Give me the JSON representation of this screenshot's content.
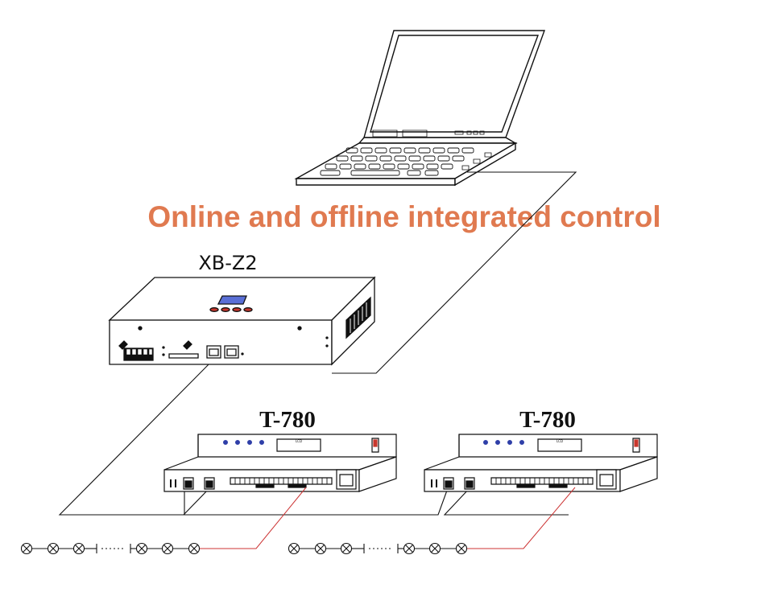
{
  "headline": "Online and offline integrated control",
  "devices": {
    "master_label": "XB-Z2",
    "slave_1_label": "T-780",
    "slave_2_label": "T-780",
    "lcd_text": "LCD"
  },
  "colors": {
    "headline": "#e07a50",
    "line": "#111111",
    "signal_wire": "#cc3333",
    "lcd_screen": "#5a6fd6",
    "button": "#c8372d",
    "port_blue": "#2f3fa8"
  },
  "icons": {
    "computer": "laptop-icon",
    "controller": "led-controller-icon",
    "pixel": "led-pixel-icon"
  }
}
